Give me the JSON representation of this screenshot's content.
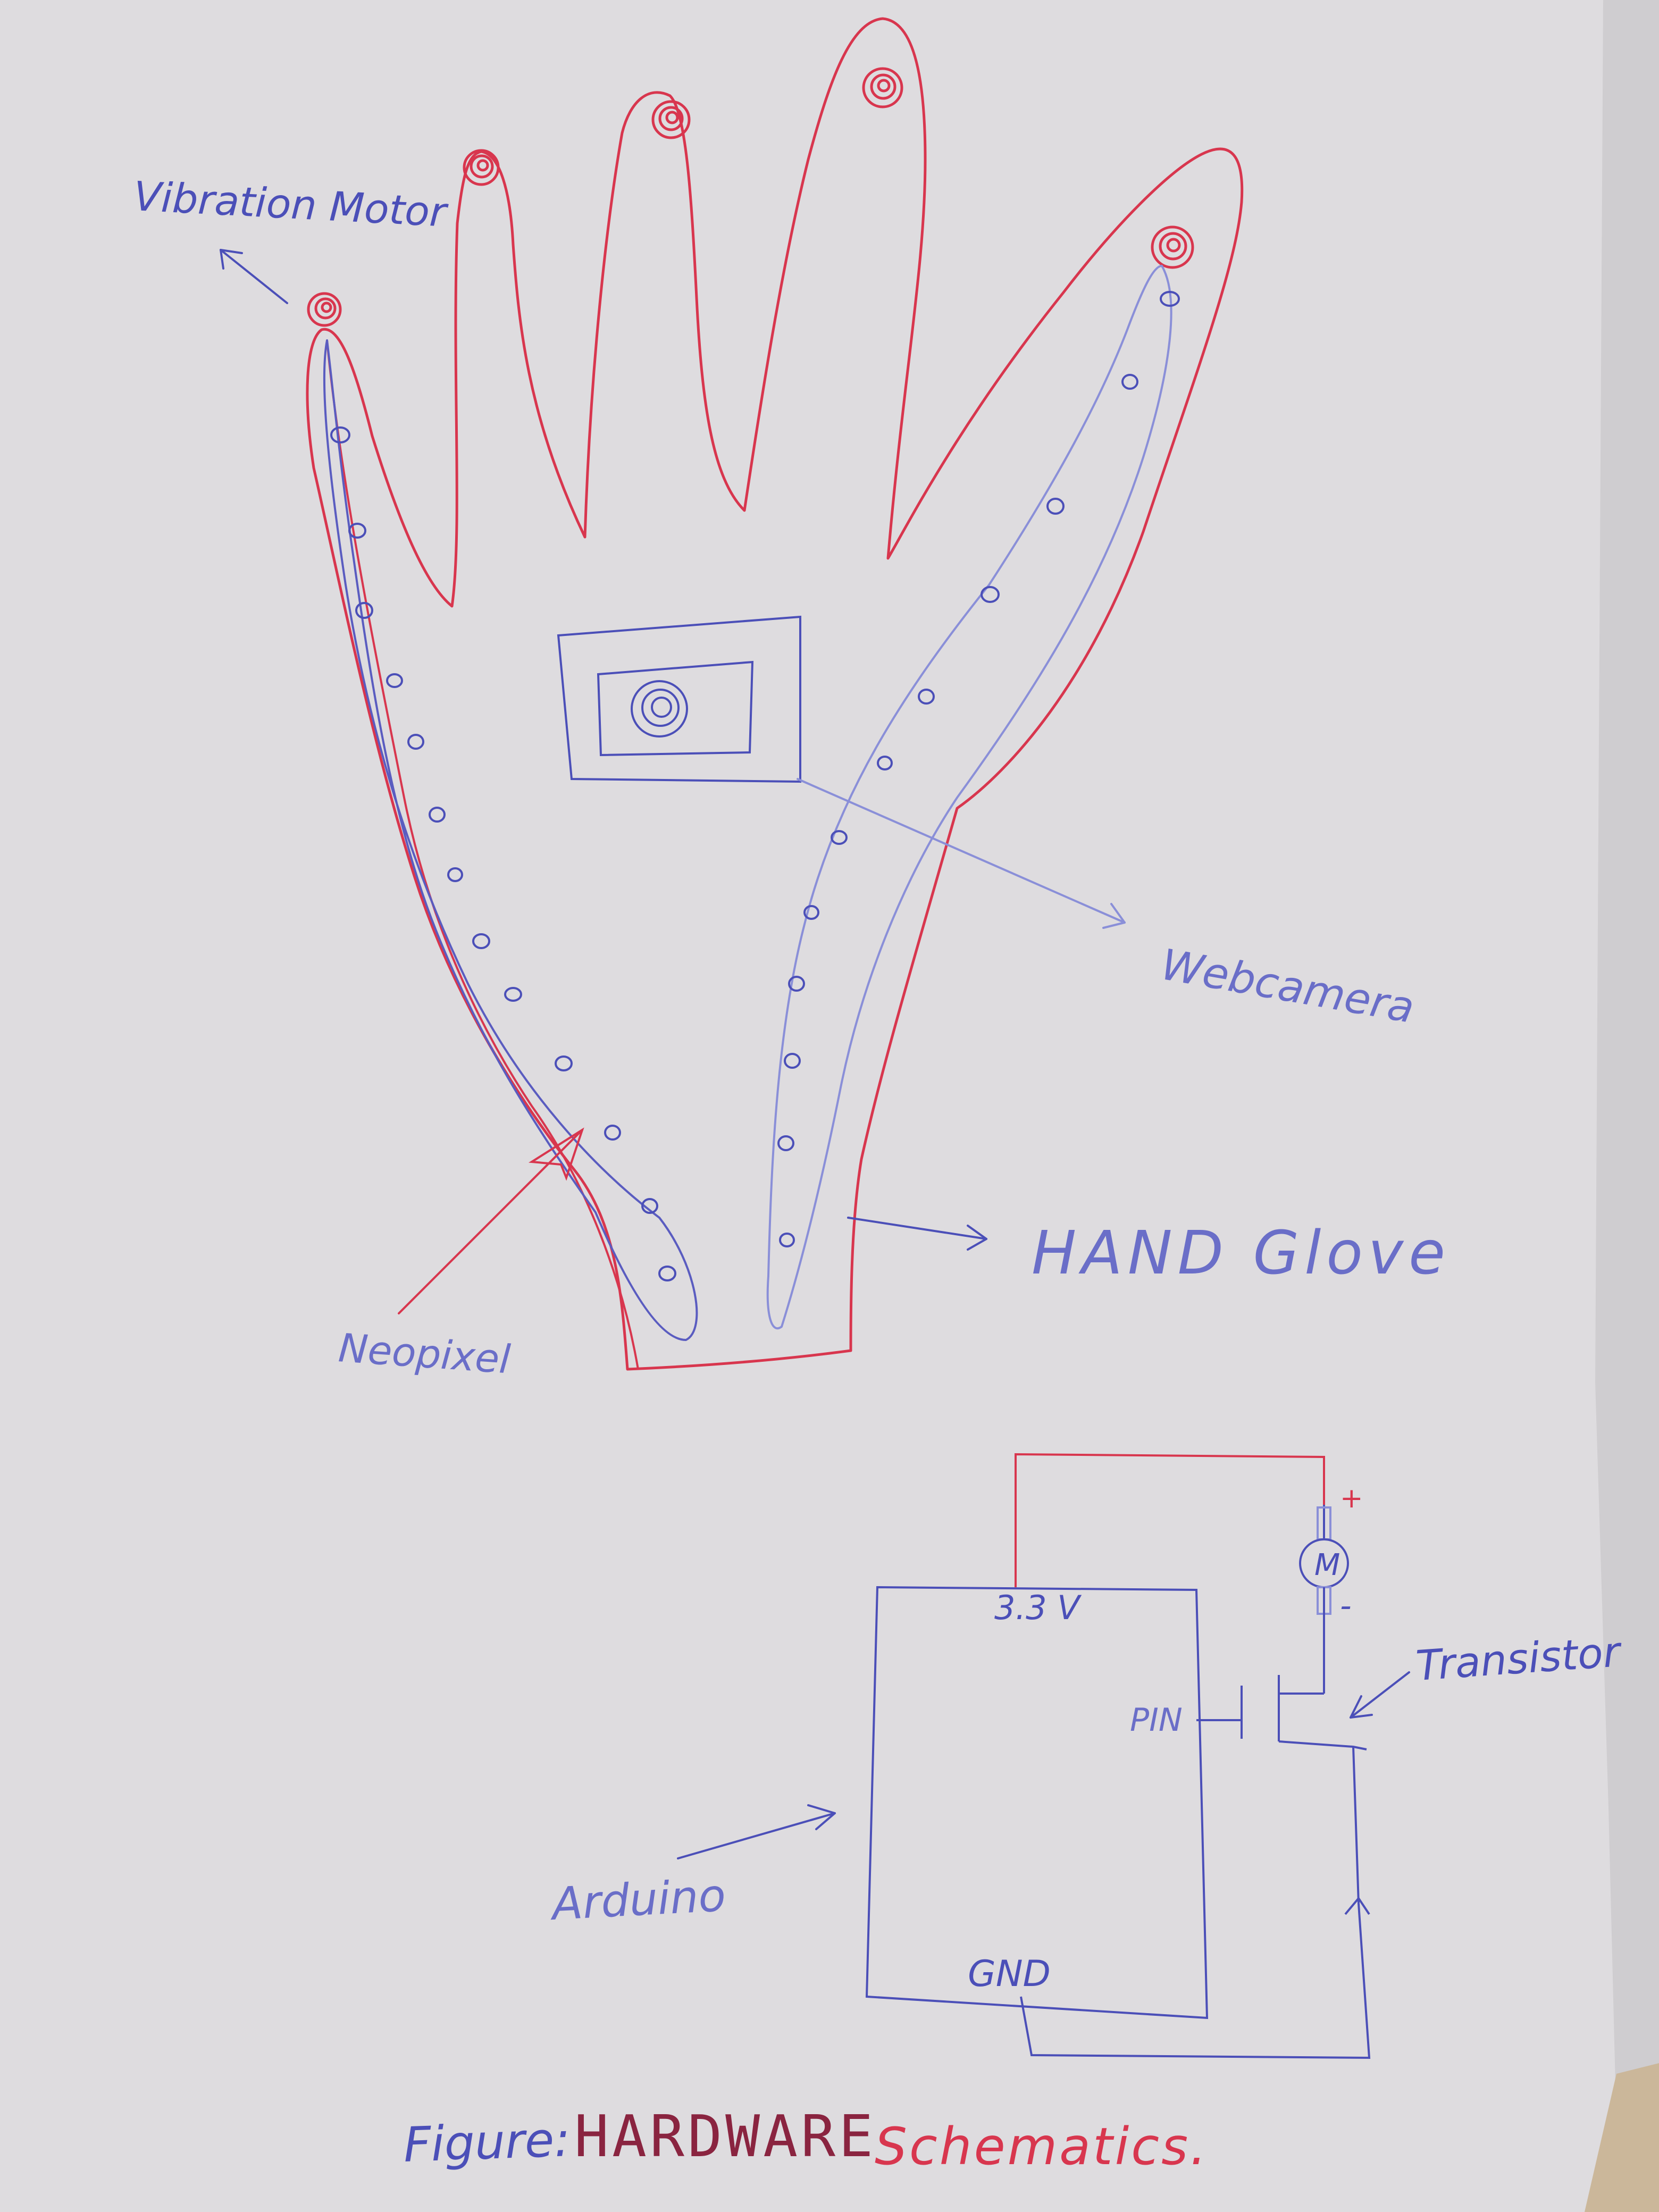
{
  "labels": {
    "vibration_motor": "Vibration Motor",
    "web_camera": "Webcamera",
    "hand_glove": "HAND Glove",
    "neopixel": "Neopixel",
    "arduino": "Arduino",
    "voltage": "3.3 V",
    "pin": "PIN",
    "gnd": "GND",
    "transistor": "Transistor",
    "motor": "M",
    "plus": "+",
    "minus": "-"
  },
  "caption": {
    "prefix": "Figure:",
    "emphasis": "HARDWARE",
    "rest": "Schematics."
  },
  "colors": {
    "pen_blue": "#4b4fb8",
    "pen_red": "#d8364e",
    "pen_maroon": "#8a2440",
    "paper": "#dddbde"
  }
}
